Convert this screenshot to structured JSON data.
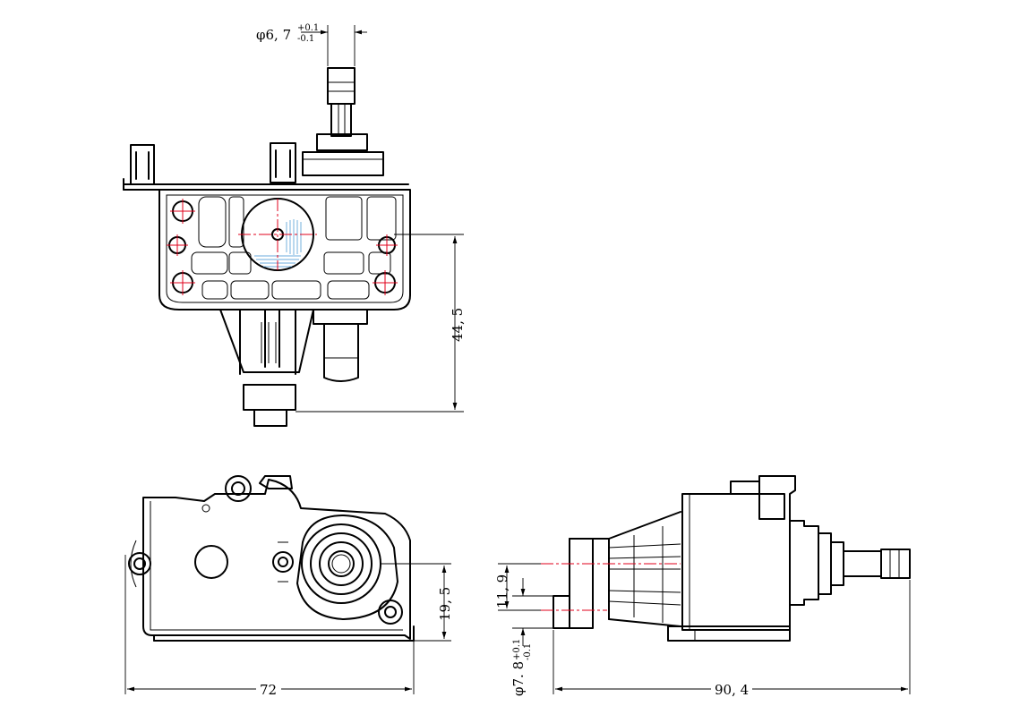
{
  "drawing": {
    "top_view": {
      "shaft_diameter_label": "φ6, 7",
      "shaft_tol_upper": "+0.1",
      "shaft_tol_lower": "-0.1",
      "height_label": "44, 5"
    },
    "front_view": {
      "width_label": "72",
      "shaft_height_label": "19, 5"
    },
    "side_view": {
      "offset_label": "11, 9",
      "boss_diameter_label": "φ7. 8",
      "boss_tol_upper": "+0.1",
      "boss_tol_lower": "-0.1",
      "length_label": "90, 4"
    }
  }
}
